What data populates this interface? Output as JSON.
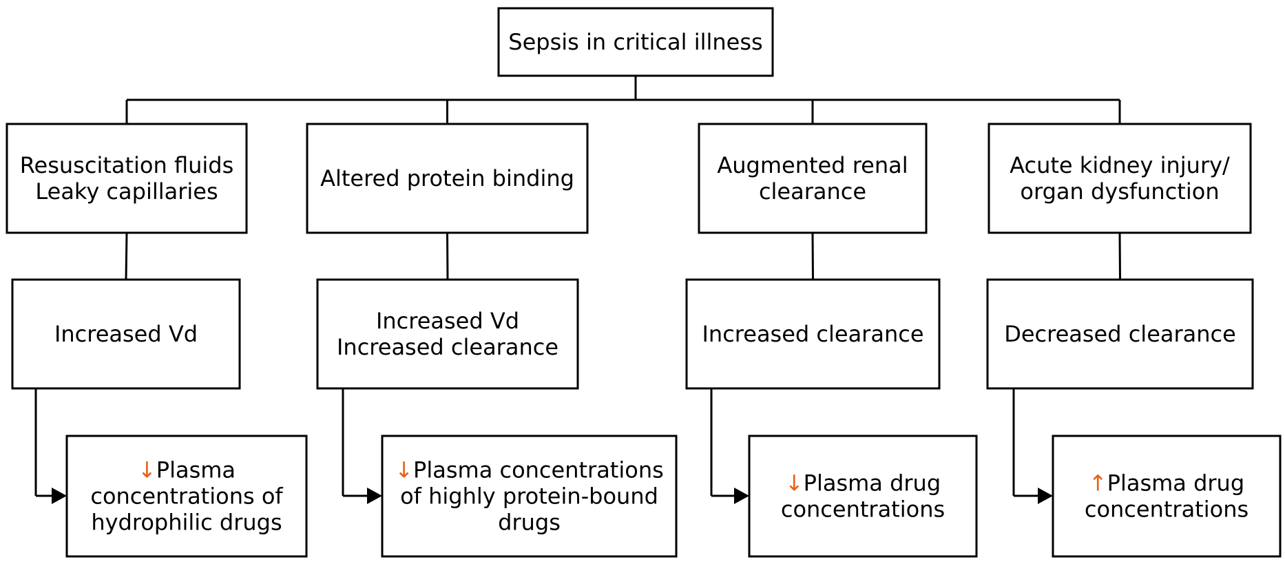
{
  "colors": {
    "arrow_symbol": "#e8601c",
    "line": "#000000"
  },
  "root": {
    "lines": [
      "Sepsis in critical illness"
    ]
  },
  "columns": [
    {
      "cause": {
        "lines": [
          "Resuscitation fluids",
          "Leaky capillaries"
        ]
      },
      "effect": {
        "lines": [
          "Increased Vd"
        ]
      },
      "outcome": {
        "symbol": "↓",
        "lines": [
          "Plasma",
          "concentrations of",
          "hydrophilic drugs"
        ]
      }
    },
    {
      "cause": {
        "lines": [
          "Altered protein binding"
        ]
      },
      "effect": {
        "lines": [
          "Increased Vd",
          "Increased clearance"
        ]
      },
      "outcome": {
        "symbol": "↓",
        "lines": [
          "Plasma concentrations",
          "of highly protein-bound",
          "drugs"
        ]
      }
    },
    {
      "cause": {
        "lines": [
          "Augmented renal",
          "clearance"
        ]
      },
      "effect": {
        "lines": [
          "Increased clearance"
        ]
      },
      "outcome": {
        "symbol": "↓",
        "lines": [
          "Plasma drug",
          "concentrations"
        ]
      }
    },
    {
      "cause": {
        "lines": [
          "Acute kidney injury/",
          "organ dysfunction"
        ]
      },
      "effect": {
        "lines": [
          "Decreased clearance"
        ]
      },
      "outcome": {
        "symbol": "↑",
        "lines": [
          "Plasma drug",
          "concentrations"
        ]
      }
    }
  ]
}
